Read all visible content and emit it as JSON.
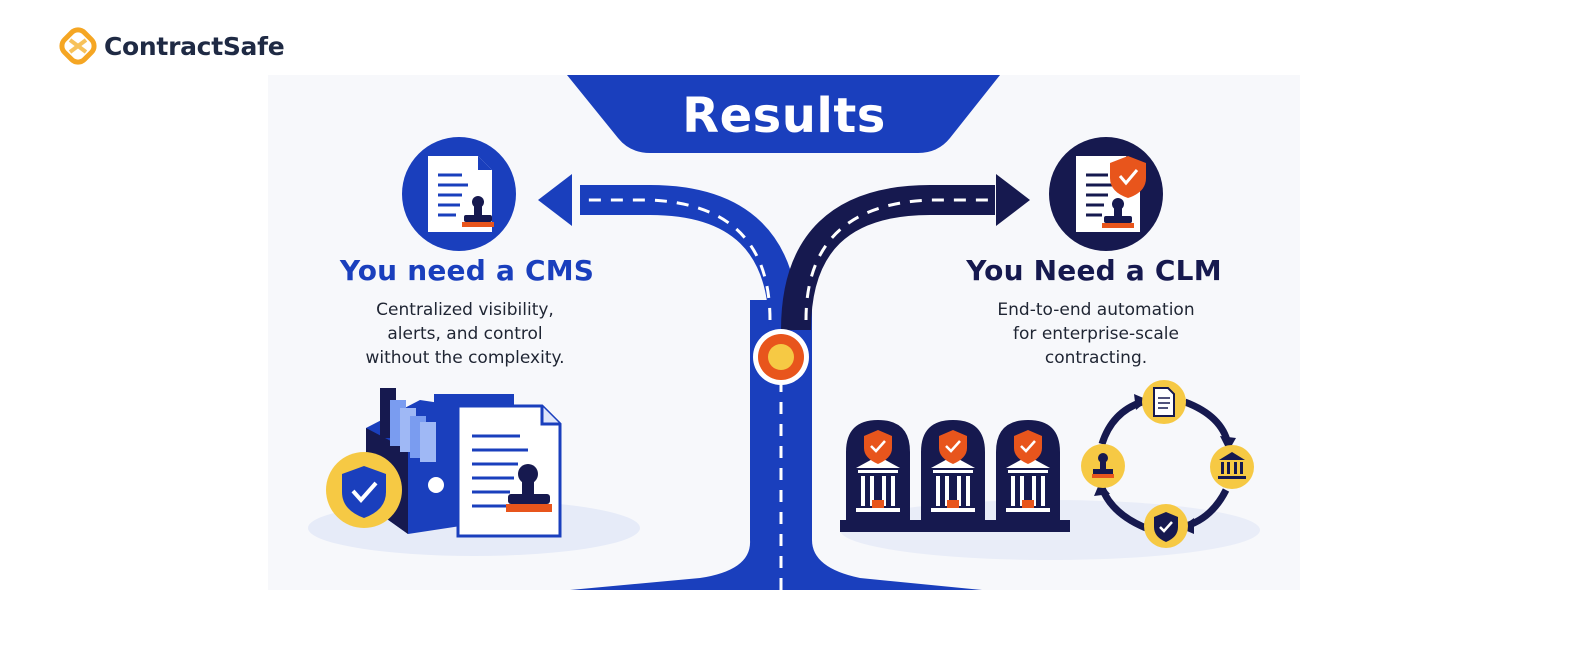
{
  "brand": {
    "name": "ContractSafe"
  },
  "banner": {
    "title": "Results"
  },
  "left": {
    "heading": "You need a CMS",
    "description": [
      "Centralized visibility,",
      "alerts, and control",
      "without the complexity."
    ]
  },
  "right": {
    "heading": "You Need a CLM",
    "description": [
      "End-to-end automation",
      "for enterprise-scale",
      "contracting."
    ]
  },
  "colors": {
    "royal_blue": "#1a3fbd",
    "navy": "#16194f",
    "orange": "#e8551c",
    "yellow": "#f6c944",
    "logo_orange": "#f5a623",
    "panel_bg": "#f7f8fb"
  },
  "icons": [
    "contract-stamp-icon",
    "contract-shield-icon",
    "file-cabinet-icon",
    "shield-check-icon",
    "courthouse-shield-icon",
    "document-icon",
    "bank-icon",
    "stamp-icon",
    "cycle-arrows-icon",
    "junction-dot-icon"
  ]
}
